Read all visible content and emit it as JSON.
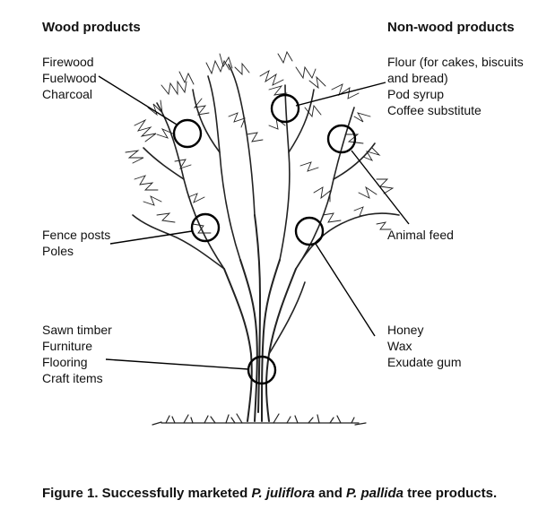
{
  "headings": {
    "wood": "Wood products",
    "nonwood": "Non-wood products"
  },
  "wood_groups": [
    [
      "Firewood",
      "Fuelwood",
      "Charcoal"
    ],
    [
      "Fence posts",
      "Poles"
    ],
    [
      "Sawn timber",
      "Furniture",
      "Flooring",
      "Craft items"
    ]
  ],
  "nonwood_groups": [
    [
      "Flour (for cakes, biscuits",
      "and bread)",
      "Pod syrup",
      "Coffee substitute"
    ],
    [
      "Animal feed"
    ],
    [
      "Honey",
      "Wax",
      "Exudate gum"
    ]
  ],
  "caption": {
    "part1": "Figure 1. Successfully marketed ",
    "species1": "P. juliflora",
    "part2": " and ",
    "species2": "P. pallida",
    "part3": " tree products."
  }
}
